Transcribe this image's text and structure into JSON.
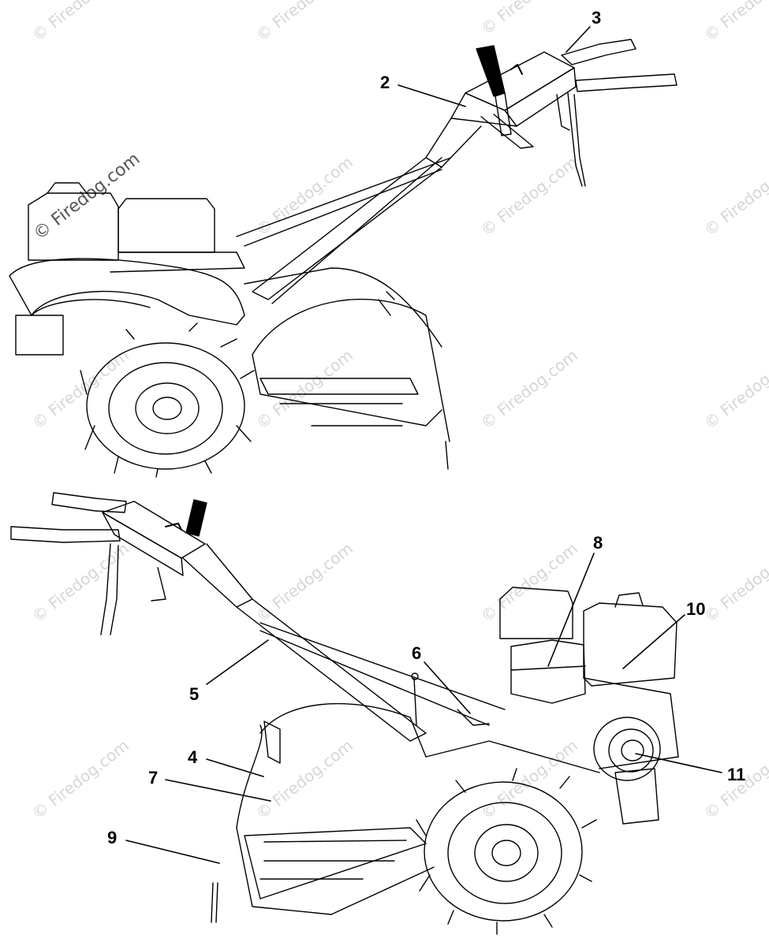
{
  "watermark": {
    "text": "© Firedog.com"
  },
  "callouts": {
    "c2": "2",
    "c3": "3",
    "c4": "4",
    "c5": "5",
    "c6": "6",
    "c7": "7",
    "c8": "8",
    "c9": "9",
    "c10": "10",
    "c11": "11"
  }
}
